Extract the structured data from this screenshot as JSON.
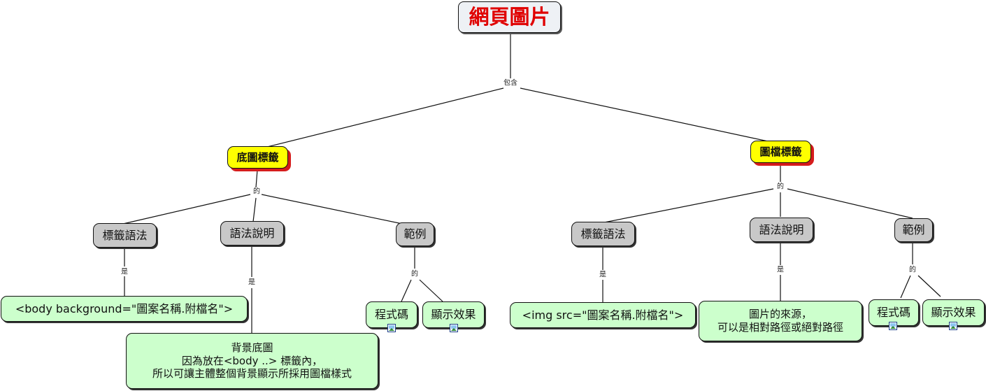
{
  "concept_map": {
    "root": "網頁圖片",
    "root_link": "包含",
    "left": {
      "title": "底圖標籤",
      "link": "的",
      "syntax": {
        "label": "標籤語法",
        "link": "是",
        "value": "<body background=\"圖案名稱.附檔名\">"
      },
      "explain": {
        "label": "語法說明",
        "link": "是",
        "value": "背景底圖\n因為放在<body ..> 標籤內，\n所以可讓主體整個背景顯示所採用圖檔樣式"
      },
      "example": {
        "label": "範例",
        "link": "的",
        "code": "程式碼",
        "effect": "顯示效果"
      }
    },
    "right": {
      "title": "圖檔標籤",
      "link": "的",
      "syntax": {
        "label": "標籤語法",
        "link": "是",
        "value": "<img src=\"圖案名稱.附檔名\">"
      },
      "explain": {
        "label": "語法說明",
        "link": "是",
        "value": "圖片的來源，\n可以是相對路徑或絕對路徑"
      },
      "example": {
        "label": "範例",
        "link": "的",
        "code": "程式碼",
        "effect": "顯示效果"
      }
    }
  },
  "colors": {
    "root_text": "#e00000",
    "root_fill": "#eef1f5",
    "category_fill": "#ffff00",
    "category_shadow": "#d61c1c",
    "node_fill": "#c8c8c8",
    "leaf_fill": "#ccffcc"
  },
  "icons": {
    "attachment": "image-icon"
  }
}
